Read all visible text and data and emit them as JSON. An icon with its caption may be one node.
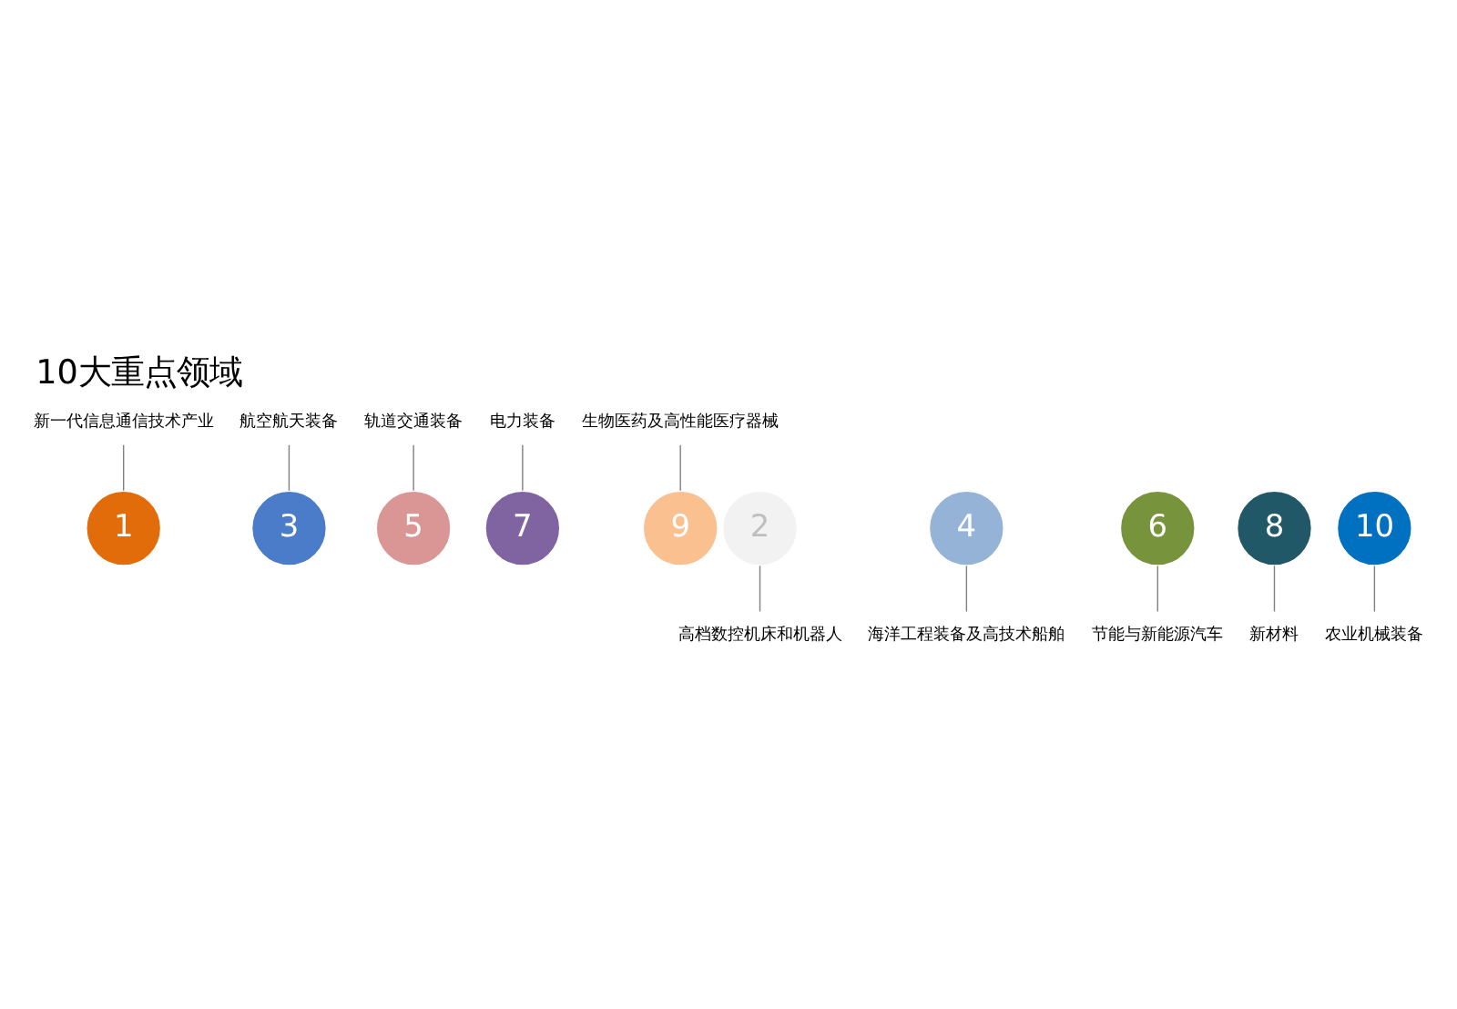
{
  "diagram": {
    "title": "10大重点领域",
    "nodes": [
      {
        "text": [
          "1"
        ]
      },
      {
        "text": [
          "2"
        ]
      },
      {
        "text": [
          "3"
        ]
      },
      {
        "text": [
          "4"
        ]
      },
      {
        "text": [
          "5"
        ]
      },
      {
        "text": [
          "6"
        ]
      },
      {
        "text": [
          "7"
        ]
      },
      {
        "text": [
          "8"
        ]
      },
      {
        "text": [
          "9"
        ]
      },
      {
        "text": [
          "10"
        ]
      },
      {
        "text": [
          "新一代信息通信技术产业"
        ]
      },
      {
        "text": [
          "高档数控机床和机器人"
        ]
      },
      {
        "text": [
          "航空航天装备"
        ]
      },
      {
        "text": [
          "海洋工程装备及高技术船舶"
        ]
      },
      {
        "text": [
          "轨道交通装备"
        ]
      },
      {
        "text": [
          "节能与新能源汽车"
        ]
      },
      {
        "text": [
          "电力装备"
        ]
      },
      {
        "text": [
          "新材料"
        ]
      },
      {
        "text": [
          "生物医药及高性能医疗器械"
        ]
      },
      {
        "text": [
          "农业机械装备"
        ]
      }
    ],
    "edges": [
      {
        "from": 10,
        "to": 0,
        "arrow": "none"
      },
      {
        "from": 1,
        "to": 11,
        "arrow": "none"
      },
      {
        "from": 12,
        "to": 2,
        "arrow": "none"
      },
      {
        "from": 3,
        "to": 13,
        "arrow": "none"
      },
      {
        "from": 14,
        "to": 4,
        "arrow": "none"
      },
      {
        "from": 5,
        "to": 15,
        "arrow": "none"
      },
      {
        "from": 16,
        "to": 6,
        "arrow": "none"
      },
      {
        "from": 7,
        "to": 17,
        "arrow": "none"
      },
      {
        "from": 18,
        "to": 8,
        "arrow": "none"
      },
      {
        "from": 9,
        "to": 19,
        "arrow": "none"
      }
    ]
  }
}
